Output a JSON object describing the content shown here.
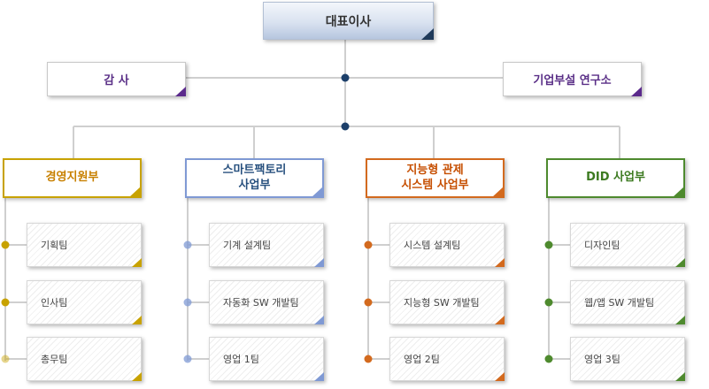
{
  "org": {
    "ceo": "대표이사",
    "auditor": "감 사",
    "research": "기업부설 연구소",
    "departments": [
      {
        "name_lines": [
          "경영지원부"
        ],
        "color": "#c8a200",
        "text_color": "#c88000",
        "teams": [
          "기획팀",
          "인사팀",
          "총무팀"
        ]
      },
      {
        "name_lines": [
          "스마트팩토리",
          "사업부"
        ],
        "color": "#7f99d4",
        "text_color": "#27507e",
        "teams": [
          "기계 설계팀",
          "자동화 SW 개발팀",
          "영업 1팀"
        ]
      },
      {
        "name_lines": [
          "지능형 관제",
          "시스템 사업부"
        ],
        "color": "#d36a1e",
        "text_color": "#c64e00",
        "teams": [
          "시스템 설계팀",
          "지능형 SW 개발팀",
          "영업 2팀"
        ]
      },
      {
        "name_lines": [
          "DID 사업부"
        ],
        "color": "#4e8a2e",
        "text_color": "#3c7a20",
        "teams": [
          "디자인팀",
          "웹/앱  SW 개발팀",
          "영업 3팀"
        ]
      }
    ]
  },
  "colors": {
    "connector": "#cfcfcf",
    "junction_dot": "#1c3f6a",
    "ceo_corner": "#1f3a5a",
    "side_corner": "#5b2a8c",
    "side_text": "#5a2f87"
  }
}
